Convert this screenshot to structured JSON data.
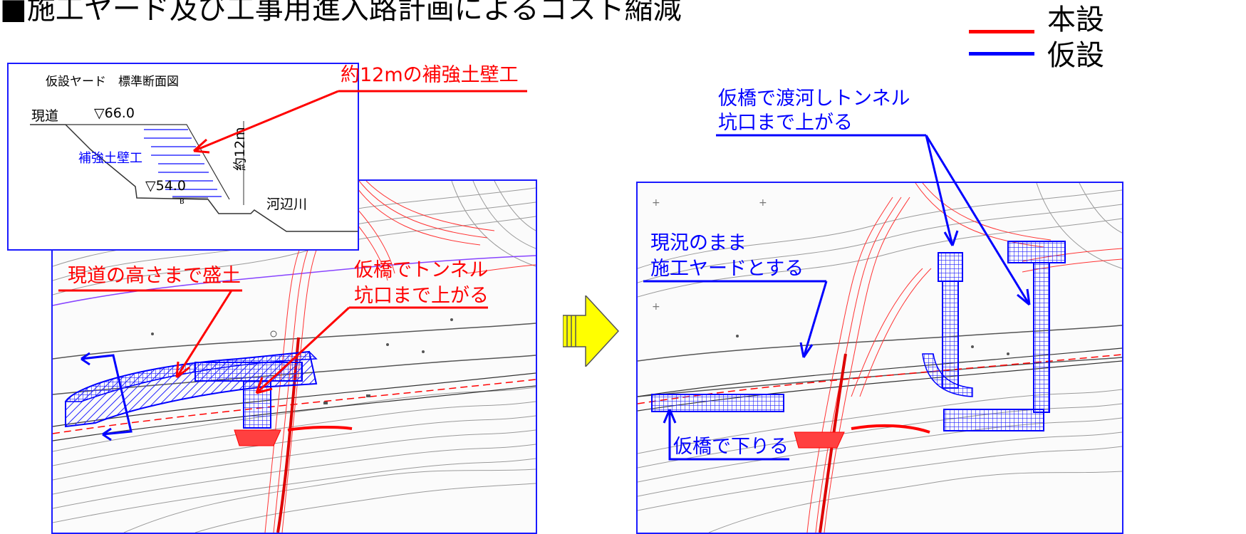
{
  "header": {
    "title": "■施工ヤード及び工事用進入路計画によるコスト縮減"
  },
  "legend": {
    "items": [
      {
        "label": "本設",
        "color": "#ff0000"
      },
      {
        "label": "仮設",
        "color": "#0000ff"
      }
    ]
  },
  "inset": {
    "title": "仮設ヤード　標準断面図",
    "road_label": "現道",
    "elev_top": "▽66.0",
    "wall_label": "補強土壁工",
    "elev_bottom": "▽54.0",
    "marker_b": "B",
    "height_label": "約12m",
    "river_label": "河辺川"
  },
  "left_plan": {
    "callout_wall": "約12mの補強土壁工",
    "callout_fill": "現道の高さまで盛土",
    "callout_bridge_line1": "仮橋でトンネル",
    "callout_bridge_line2": "坑口まで上がる"
  },
  "right_plan": {
    "callout_bridge_line1": "仮橋で渡河しトンネル",
    "callout_bridge_line2": "坑口まで上がる",
    "callout_yard_line1": "現況のまま",
    "callout_yard_line2": "施工ヤードとする",
    "callout_down": "仮橋で下りる"
  },
  "colors": {
    "permanent": "#ff0000",
    "temporary": "#0000ff",
    "transition_arrow_fill": "#ffff00",
    "frame": "#1a1aff"
  }
}
